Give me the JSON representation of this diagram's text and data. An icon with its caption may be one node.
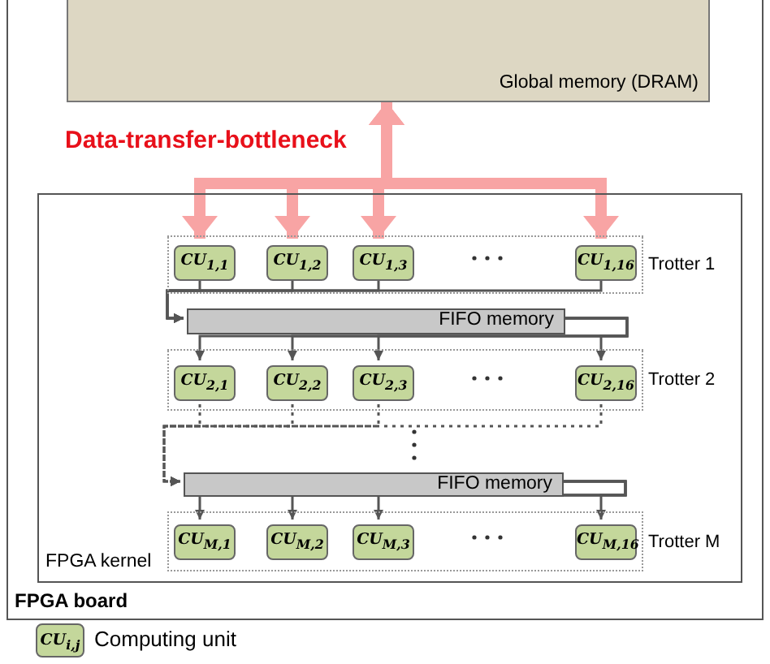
{
  "diagram": {
    "nodes": [
      {
        "text": [
          "FPGA board"
        ]
      },
      {
        "text": [
          "Global memory (DRAM)"
        ],
        "in": 0
      },
      {
        "text": [
          "FPGA kernel"
        ],
        "in": 0
      },
      {
        "text": [
          "Trotter 1"
        ],
        "in": 2
      },
      {
        "text": [
          "CU$_{1,1}$"
        ],
        "in": 3
      },
      {
        "text": [
          "CU$_{1,2}$"
        ],
        "in": 3
      },
      {
        "text": [
          "CU$_{1,3}$"
        ],
        "in": 3
      },
      {
        "text": [
          "CU$_{1,16}$"
        ],
        "in": 3
      },
      {
        "text": [
          "FIFO memory"
        ],
        "in": 2
      },
      {
        "text": [
          "Trotter 2"
        ],
        "in": 2
      },
      {
        "text": [
          "CU$_{2,1}$"
        ],
        "in": 9
      },
      {
        "text": [
          "CU$_{2,2}$"
        ],
        "in": 9
      },
      {
        "text": [
          "CU$_{2,3}$"
        ],
        "in": 9
      },
      {
        "text": [
          "CU$_{2,16}$"
        ],
        "in": 9
      },
      {
        "text": [
          "FIFO memory"
        ],
        "in": 2
      },
      {
        "text": [
          "Trotter M"
        ],
        "in": 2
      },
      {
        "text": [
          "CU$_{M,1}$"
        ],
        "in": 15
      },
      {
        "text": [
          "CU$_{M,2}$"
        ],
        "in": 15
      },
      {
        "text": [
          "CU$_{M,3}$"
        ],
        "in": 15
      },
      {
        "text": [
          "CU$_{M,16}$"
        ],
        "in": 15
      }
    ],
    "edges": [
      {
        "from": 1,
        "to": 4,
        "arrow": "both",
        "style": "thick",
        "color": "#f8a4a4"
      },
      {
        "from": 1,
        "to": 5,
        "arrow": "both",
        "style": "thick",
        "color": "#f8a4a4"
      },
      {
        "from": 1,
        "to": 6,
        "arrow": "both",
        "style": "thick",
        "color": "#f8a4a4"
      },
      {
        "from": 1,
        "to": 7,
        "arrow": "both",
        "style": "thick",
        "color": "#f8a4a4"
      },
      {
        "from": 4,
        "to": 8,
        "arrow": "to"
      },
      {
        "from": 5,
        "to": 8,
        "arrow": "to"
      },
      {
        "from": 6,
        "to": 8,
        "arrow": "to"
      },
      {
        "from": 7,
        "to": 8,
        "arrow": "to"
      },
      {
        "from": 8,
        "to": 10,
        "arrow": "to"
      },
      {
        "from": 8,
        "to": 11,
        "arrow": "to"
      },
      {
        "from": 8,
        "to": 12,
        "arrow": "to"
      },
      {
        "from": 8,
        "to": 13,
        "arrow": "to"
      },
      {
        "from": 10,
        "to": 14,
        "arrow": "to",
        "style": "dashed"
      },
      {
        "from": 11,
        "to": 14,
        "arrow": "to",
        "style": "dashed"
      },
      {
        "from": 12,
        "to": 14,
        "arrow": "to",
        "style": "dashed"
      },
      {
        "from": 13,
        "to": 14,
        "arrow": "to",
        "style": "dashed"
      },
      {
        "from": 14,
        "to": 16,
        "arrow": "to"
      },
      {
        "from": 14,
        "to": 17,
        "arrow": "to"
      },
      {
        "from": 14,
        "to": 18,
        "arrow": "to"
      },
      {
        "from": 14,
        "to": 19,
        "arrow": "to"
      }
    ],
    "labels": [
      "Data-transfer-bottleneck",
      "CU$_{i,j}$"
    ],
    "legend": [
      {
        "text": "Computing unit",
        "color": "#c4d79b"
      }
    ]
  }
}
